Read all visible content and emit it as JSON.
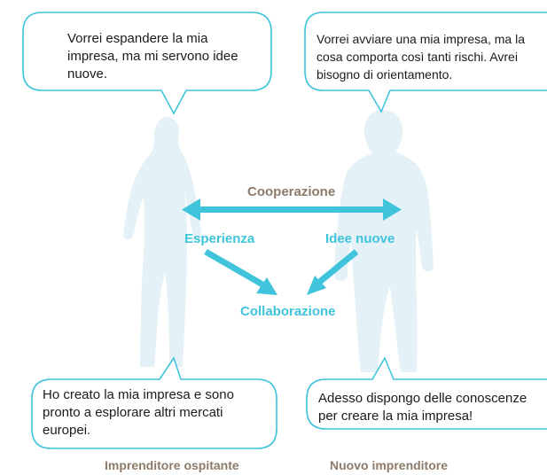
{
  "colors": {
    "accent": "#3fc4db",
    "silhouette": "#e4f1f6",
    "label_brown": "#8c7a6a",
    "text": "#1b1b1b"
  },
  "bubbles": {
    "top_left": "Vorrei espandere la mia impresa, ma mi servono idee nuove.",
    "top_right": "Vorrei avviare una mia impresa, ma la cosa comporta così tanti rischi. Avrei bisogno di orientamento.",
    "bottom_left": "Ho creato la mia impresa e sono pronto a esplorare altri mercati europei.",
    "bottom_right": "Adesso dispongo delle conoscenze per creare la mia impresa!"
  },
  "labels": {
    "cooperation": "Cooperazione",
    "experience": "Esperienza",
    "new_ideas": "Idee nuove",
    "collaboration": "Collaborazione"
  },
  "captions": {
    "host": "Imprenditore ospitante",
    "new": "Nuovo imprenditore"
  },
  "icons": [
    "woman-silhouette-icon",
    "man-silhouette-icon",
    "double-arrow-icon",
    "arrow-icon"
  ]
}
